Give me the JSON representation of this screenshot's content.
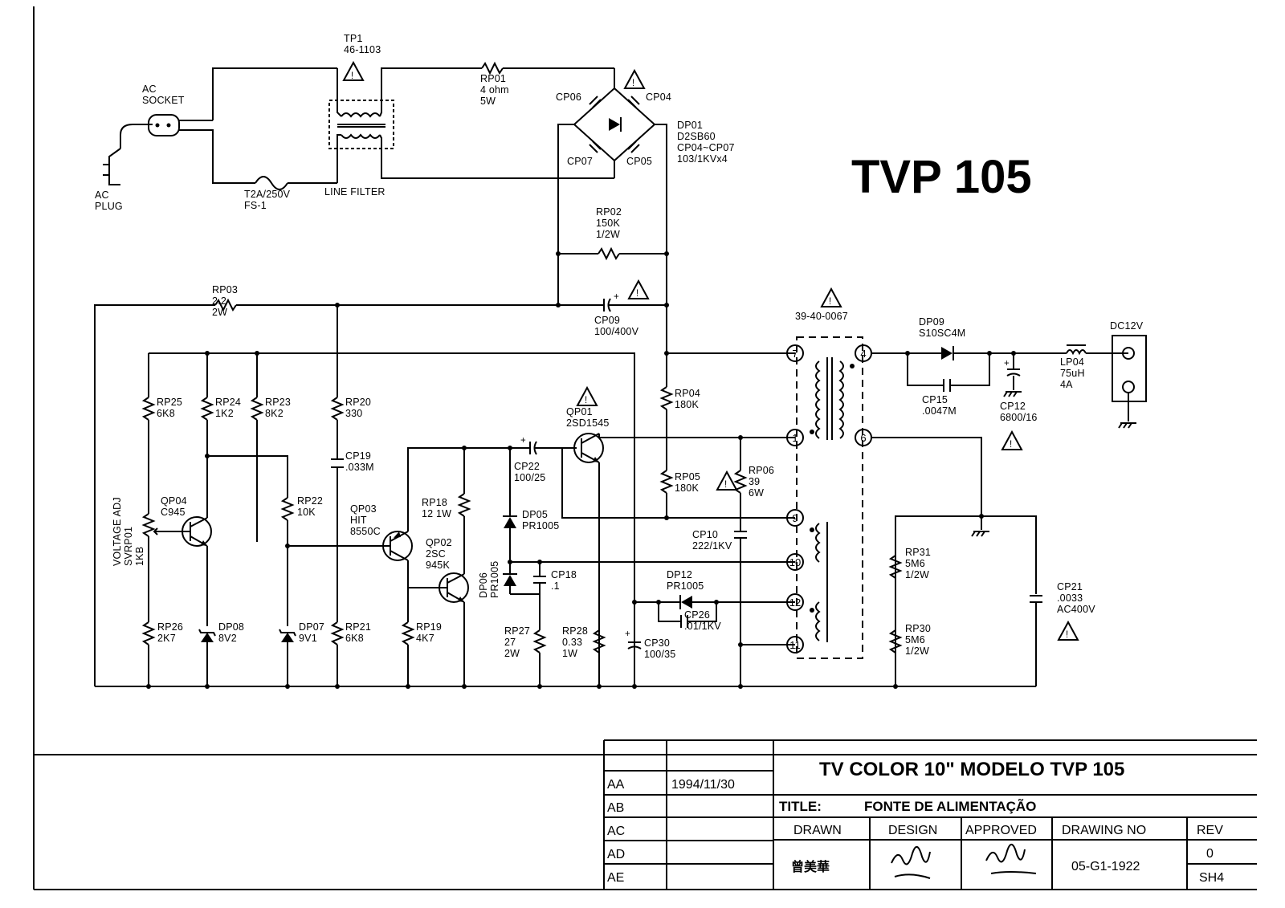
{
  "model_heading": "TVP 105",
  "input": {
    "ac_socket": "AC\nSOCKET",
    "ac_plug": "AC\nPLUG",
    "fuse": "T2A/250V\nFS-1",
    "line_filter": "LINE FILTER",
    "tp1": "TP1\n46-1103"
  },
  "components": {
    "rp01": "RP01\n4 ohm\n5W",
    "cp06": "CP06",
    "cp04": "CP04",
    "cp07": "CP07",
    "cp05": "CP05",
    "dp01": "DP01\nD2SB60\nCP04~CP07\n103/1KVx4",
    "rp02": "RP02\n150K\n1/2W",
    "rp03": "RP03\n2.2\n2W",
    "cp09": "CP09\n100/400V",
    "rp25": "RP25\n6K8",
    "rp24": "RP24\n1K2",
    "rp23": "RP23\n8K2",
    "rp20": "RP20\n330",
    "cp19": "CP19\n.033M",
    "qp04": "QP04\nC945",
    "svrp01": "VOLTAGE ADJ\nSVRP01\n1KB",
    "rp22": "RP22\n10K",
    "qp03": "QP03\nHIT\n8550C",
    "rp18": "RP18\n12 1W",
    "qp02": "QP02\n2SC\n945K",
    "cp22": "CP22\n100/25",
    "qp01": "QP01\n2SD1545",
    "dp05": "DP05\nPR1005",
    "dp06": "DP06\nPR1005",
    "cp18": "CP18\n.1",
    "rp04": "RP04\n180K",
    "rp05": "RP05\n180K",
    "rp06": "RP06\n39\n6W",
    "cp10": "CP10\n222/1KV",
    "dp12": "DP12\nPR1005",
    "cp26": "CP26\n.01/1KV",
    "cp30": "CP30\n100/35",
    "rp26": "RP26\n2K7",
    "dp08": "DP08\n8V2",
    "dp07": "DP07\n9V1",
    "rp21": "RP21\n6K8",
    "rp19": "RP19\n4K7",
    "rp27": "RP27\n27\n2W",
    "rp28": "RP28\n0.33\n1W",
    "transformer": "39-40-0067",
    "dp09": "DP09\nS10SC4M",
    "cp15": "CP15\n.0047M",
    "cp12": "CP12\n6800/16",
    "lp04": "LP04\n75uH\n4A",
    "dc12v": "DC12V",
    "rp31": "RP31\n5M6\n1/2W",
    "rp30": "RP30\n5M6\n1/2W",
    "cp21": "CP21\n.0033\nAC400V"
  },
  "pins": [
    "7",
    "4",
    "1",
    "6",
    "9",
    "10",
    "12",
    "11"
  ],
  "title_block": {
    "product": "TV COLOR 10\" MODELO TVP 105",
    "title_label": "TITLE:",
    "title_value": "FONTE DE ALIMENTAÇÃO",
    "revisions": [
      {
        "code": "AA",
        "date": "1994/11/30"
      },
      {
        "code": "AB",
        "date": ""
      },
      {
        "code": "AC",
        "date": ""
      },
      {
        "code": "AD",
        "date": ""
      },
      {
        "code": "AE",
        "date": ""
      }
    ],
    "drawn": "DRAWN",
    "design": "DESIGN",
    "approved": "APPROVED",
    "drawing_no_label": "DRAWING NO",
    "drawing_no": "05-G1-1922",
    "rev_label": "REV",
    "rev_value": "0",
    "sheet_label": "SH4",
    "drawn_by": "曾美華"
  }
}
